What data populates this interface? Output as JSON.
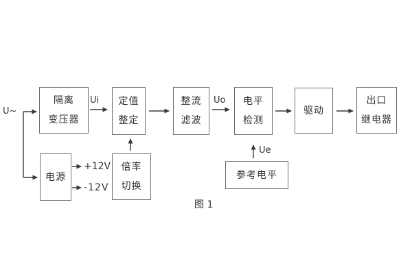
{
  "figure": {
    "caption": "图 1",
    "boxes": {
      "isolation": {
        "line1": "隔离",
        "line2": "变压器"
      },
      "setting": {
        "line1": "定值",
        "line2": "整定"
      },
      "rectifier": {
        "line1": "整流",
        "line2": "滤波"
      },
      "level_detect": {
        "line1": "电平",
        "line2": "检测"
      },
      "drive": {
        "line1": "驱动"
      },
      "output_relay": {
        "line1": "出口",
        "line2": "继电器"
      },
      "power": {
        "line1": "电源"
      },
      "ratio_switch": {
        "line1": "倍率",
        "line2": "切换"
      },
      "reference": {
        "line1": "参考电平"
      }
    },
    "signals": {
      "input": "U~",
      "ui": "Ui",
      "uo": "Uo",
      "ue": "Ue",
      "plus12v": "+12V",
      "minus12v": "-12V"
    },
    "colors": {
      "background": "#ffffff",
      "box_border": "#6e6e6e",
      "text": "#2f3038",
      "arrow": "#38383f"
    }
  }
}
